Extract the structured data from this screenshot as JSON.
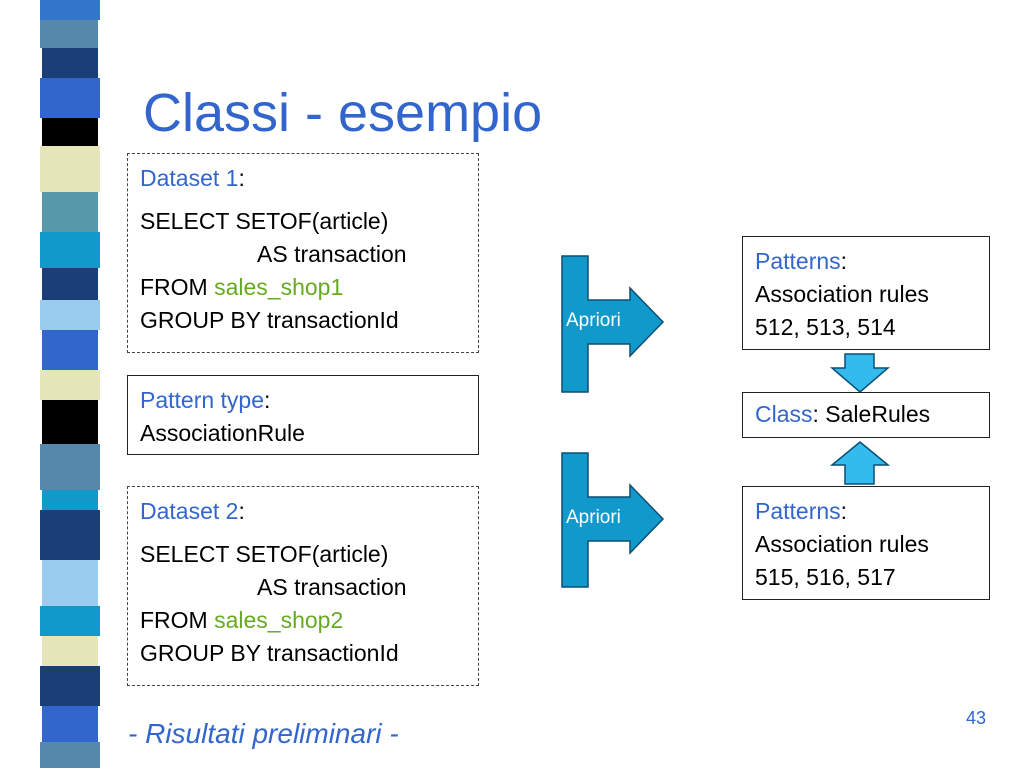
{
  "title": "Classi - esempio",
  "dataset1": {
    "label": "Dataset 1",
    "colon": ":",
    "line1": "SELECT SETOF(article)",
    "line2": "AS transaction",
    "from_kw": "FROM",
    "from_table": "sales_shop1",
    "line4": "GROUP BY transactionId"
  },
  "pattern_type": {
    "label": "Pattern type",
    "colon": ":",
    "value": "AssociationRule"
  },
  "dataset2": {
    "label": "Dataset 2",
    "colon": ":",
    "line1": "SELECT SETOF(article)",
    "line2": "AS transaction",
    "from_kw": "FROM",
    "from_table": "sales_shop2",
    "line4": "GROUP BY transactionId"
  },
  "apriori1": "Apriori",
  "apriori2": "Apriori",
  "patterns1": {
    "label": "Patterns",
    "colon": ":",
    "line1": "Association rules",
    "line2": "512, 513, 514"
  },
  "class_box": {
    "label": "Class",
    "value": ": SaleRules"
  },
  "patterns2": {
    "label": "Patterns",
    "colon": ":",
    "line1": "Association rules",
    "line2": "515, 516, 517"
  },
  "footer": "- Risultati preliminari -",
  "page_number": "43",
  "colors": {
    "accent": "#3366cc",
    "green": "#66aa22",
    "arrow_fill": "#1199cc",
    "block_arrow_fill": "#33bbee"
  }
}
